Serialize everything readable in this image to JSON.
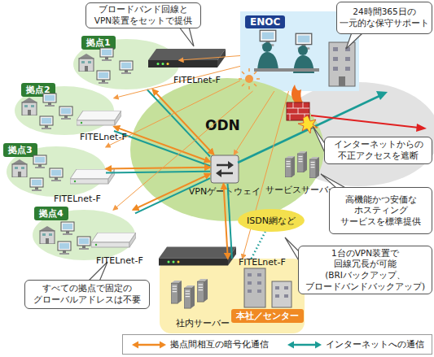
{
  "diagram": {
    "nodes": [
      {
        "text": [
          "ブロードバンド回線と VPN装置をセットで提供"
        ]
      },
      {
        "text": [
          "ENOC"
        ]
      },
      {
        "text": [
          "24時間365日の 一元的な保守サポート"
        ]
      },
      {
        "text": [
          "拠点1"
        ]
      },
      {
        "text": [
          "拠点2"
        ]
      },
      {
        "text": [
          "ODN"
        ]
      },
      {
        "text": [
          "VPNゲートウェイ"
        ],
        "in": 5
      },
      {
        "text": [
          "サービスサーバー"
        ],
        "in": 5
      },
      {
        "text": [
          "拠点3"
        ]
      },
      {
        "text": [
          "インターネットからの 不正アクセスを遮断"
        ]
      },
      {
        "text": [
          "高機能かつ安価な ホスティング サービスを標準提供"
        ]
      },
      {
        "text": [
          "ISDN網など"
        ]
      },
      {
        "text": [
          "拠点4"
        ]
      },
      {
        "text": [
          "1台のVPN装置で 回線冗長が可能 (BRIバックアップ、 ブロードバンドバックアップ)"
        ]
      },
      {
        "text": [
          "すべての拠点で固定の グローバルアドレスは不要"
        ]
      },
      {
        "text": [
          "社内サーバー",
          "本社／センター"
        ]
      }
    ],
    "edges": [
      {
        "from": 3,
        "to": 6,
        "arrow": "both"
      },
      {
        "from": 3,
        "to": 6,
        "arrow": "none"
      },
      {
        "from": 4,
        "to": 6,
        "arrow": "both"
      },
      {
        "from": 4,
        "to": 6,
        "arrow": "none"
      },
      {
        "from": 8,
        "to": 6,
        "arrow": "both"
      },
      {
        "from": 8,
        "to": 6,
        "arrow": "none"
      },
      {
        "from": 12,
        "to": 6,
        "arrow": "both"
      },
      {
        "from": 12,
        "to": 6,
        "arrow": "none"
      },
      {
        "from": 15,
        "to": 6,
        "arrow": "both"
      },
      {
        "from": 15,
        "to": 6,
        "arrow": "none"
      },
      {
        "from": 1,
        "to": 3,
        "arrow": "to"
      },
      {
        "from": 1,
        "to": 4,
        "arrow": "to"
      },
      {
        "from": 1,
        "to": 8,
        "arrow": "to"
      },
      {
        "from": 1,
        "to": 12,
        "arrow": "to"
      },
      {
        "from": 1,
        "to": 6,
        "arrow": "to"
      },
      {
        "from": 1,
        "to": 15,
        "arrow": "to"
      },
      {
        "from": 15,
        "to": 11,
        "arrow": "none"
      }
    ],
    "labels": [
      "FITELnet-F",
      "FITELnet-F",
      "FITELnet-F",
      "FITELnet-F",
      "FITELnet-F"
    ],
    "legend": [
      {
        "text": "拠点間相互の暗号化通信"
      },
      {
        "text": "インターネットへの通信"
      }
    ]
  }
}
